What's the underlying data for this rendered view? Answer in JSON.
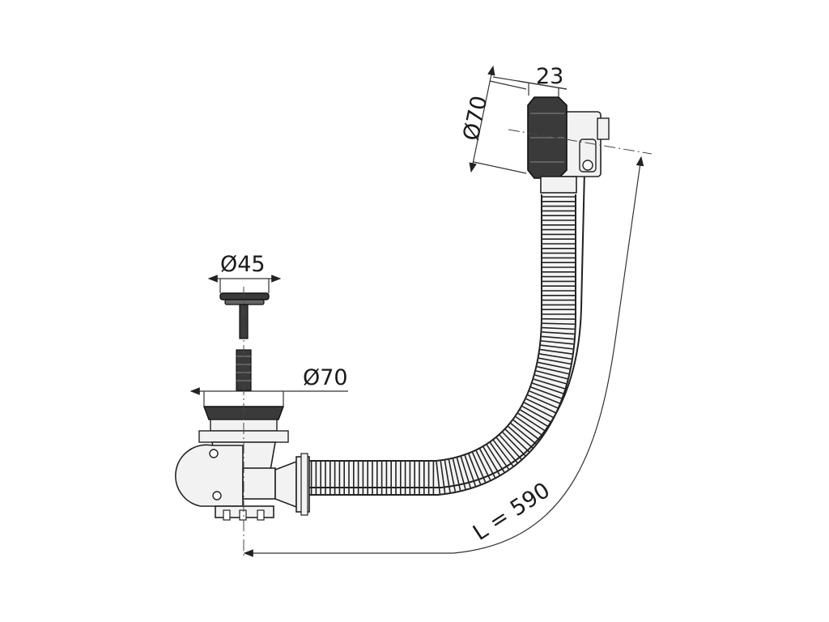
{
  "dimensions": {
    "overflow_depth": "23",
    "overflow_diameter": "Ø70",
    "plug_diameter": "Ø45",
    "drain_diameter": "Ø70",
    "hose_length": "L = 590"
  },
  "colors": {
    "line": "#222222",
    "dark_part": "#3a3a3a",
    "light_part": "#f2f2f2"
  }
}
